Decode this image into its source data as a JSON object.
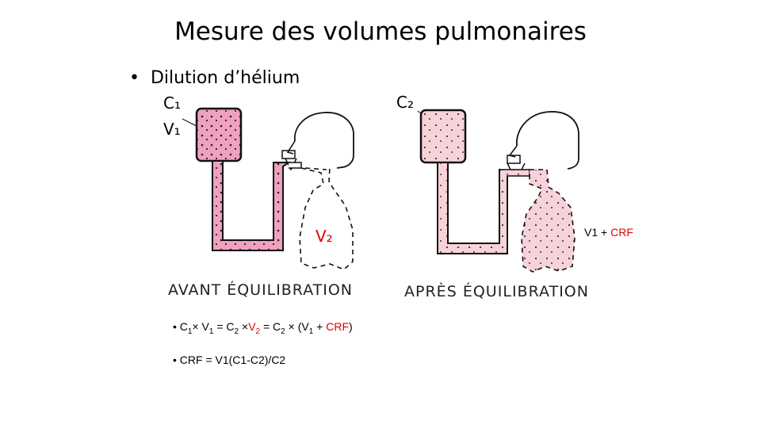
{
  "slide": {
    "title": "Mesure des volumes pulmonaires",
    "bullet": "Dilution d’hélium"
  },
  "figure_left": {
    "c_label": "C₁",
    "v_label": "V₁",
    "v2_label": "V₂",
    "caption": "AVANT ÉQUILIBRATION"
  },
  "figure_right": {
    "c_label": "C₂",
    "caption": "APRÈS ÉQUILIBRATION"
  },
  "side_label": {
    "v1": "V1 + ",
    "crf": "CRF"
  },
  "formulas": {
    "f1": {
      "c1": "C",
      "s1": "1",
      "x1": "×",
      "v1": " V",
      "s2": "1",
      "eq1": " = C",
      "s3": "2",
      "x2": " ×",
      "v2": "V",
      "s4": "2",
      "eq2": " = C",
      "s5": "2",
      "x3": " × ",
      "open": "(V",
      "s6": "1",
      "plus": " + ",
      "crf": "CRF",
      "close": ")"
    },
    "f2": "CRF = V1(C1-C2)/C2"
  },
  "colors": {
    "pink_dark": "#f0a0c0",
    "pink_light": "#f7d2d8",
    "red_text": "#e00000"
  }
}
